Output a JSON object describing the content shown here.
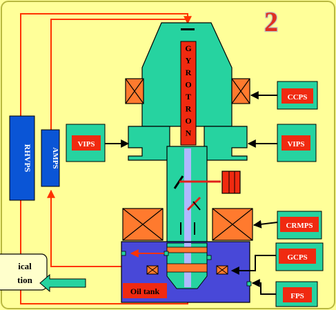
{
  "slide_number": "2",
  "gyrotron_letters": [
    "G",
    "Y",
    "R",
    "O",
    "T",
    "R",
    "O",
    "N"
  ],
  "boxes": {
    "rhvps": "RHVPS",
    "amps": "AMPS",
    "vips_left": "VIPS",
    "vips_right": "VIPS",
    "ccps": "CCPS",
    "crmps": "CRMPS",
    "gcps": "GCPS",
    "fps": "FPS",
    "oil_tank": "Oil tank"
  },
  "partial_label": {
    "line1": "ical",
    "line2": "tion"
  },
  "colors": {
    "background": "#ffff99",
    "gyrotron": "#26d3a0",
    "power_supply_blue": "#0a55d6",
    "label_red": "#f02a10",
    "oil_tank": "#4848d8",
    "wire_red": "#ff3300",
    "coil_orange": "#ff7a2e"
  }
}
